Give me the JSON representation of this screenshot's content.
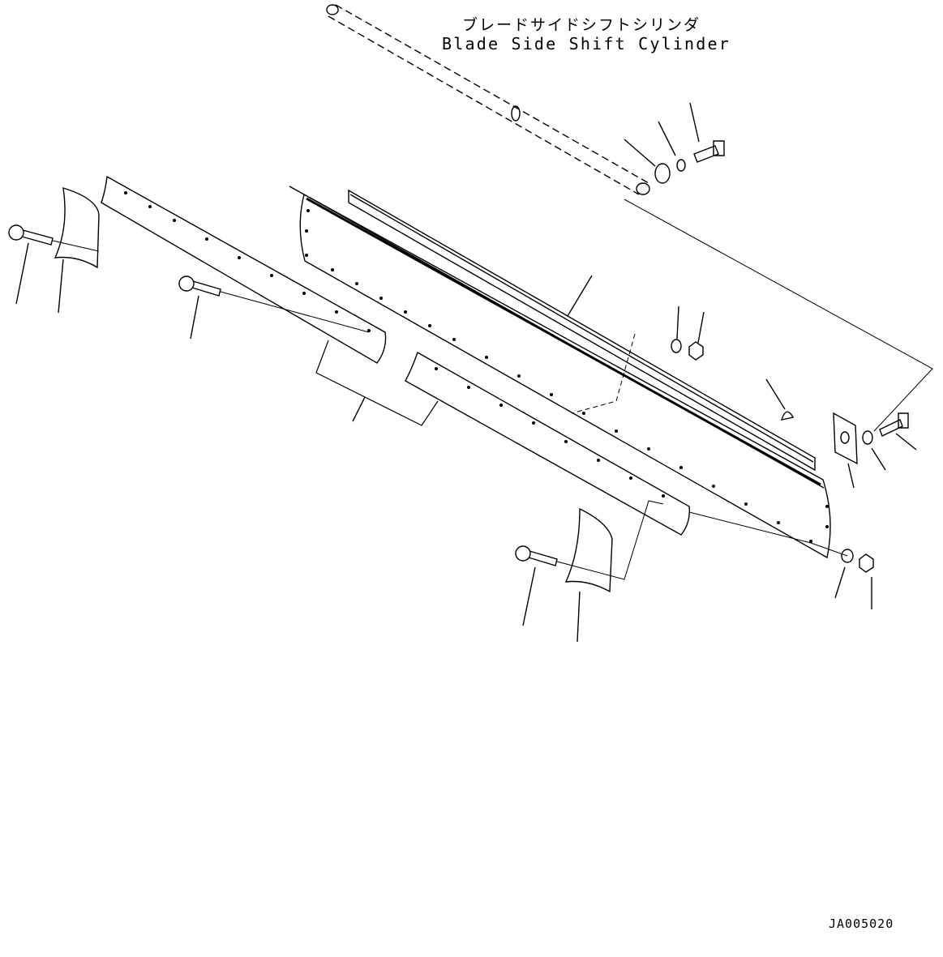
{
  "title": {
    "japanese": "ブレードサイドシフトシリンダ",
    "english": "Blade Side Shift Cylinder"
  },
  "drawing_code": "JA005020",
  "colors": {
    "line": "#000000",
    "background": "#ffffff"
  }
}
